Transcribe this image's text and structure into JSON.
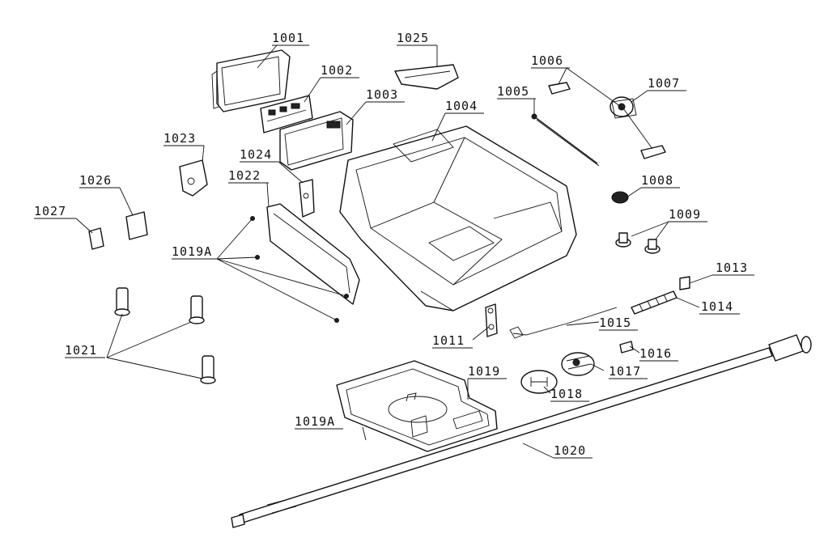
{
  "colors": {
    "ink": "#111111",
    "background": "#ffffff"
  },
  "labels": {
    "p1001": "1001",
    "p1002": "1002",
    "p1003": "1003",
    "p1004": "1004",
    "p1005": "1005",
    "p1006": "1006",
    "p1007": "1007",
    "p1008": "1008",
    "p1009": "1009",
    "p1011": "1011",
    "p1013": "1013",
    "p1014": "1014",
    "p1015": "1015",
    "p1016": "1016",
    "p1017": "1017",
    "p1018": "1018",
    "p1019": "1019",
    "p1019A_left": "1019A",
    "p1019A_bottom": "1019A",
    "p1020": "1020",
    "p1021": "1021",
    "p1022": "1022",
    "p1023": "1023",
    "p1024": "1024",
    "p1025": "1025",
    "p1026": "1026",
    "p1027": "1027"
  }
}
